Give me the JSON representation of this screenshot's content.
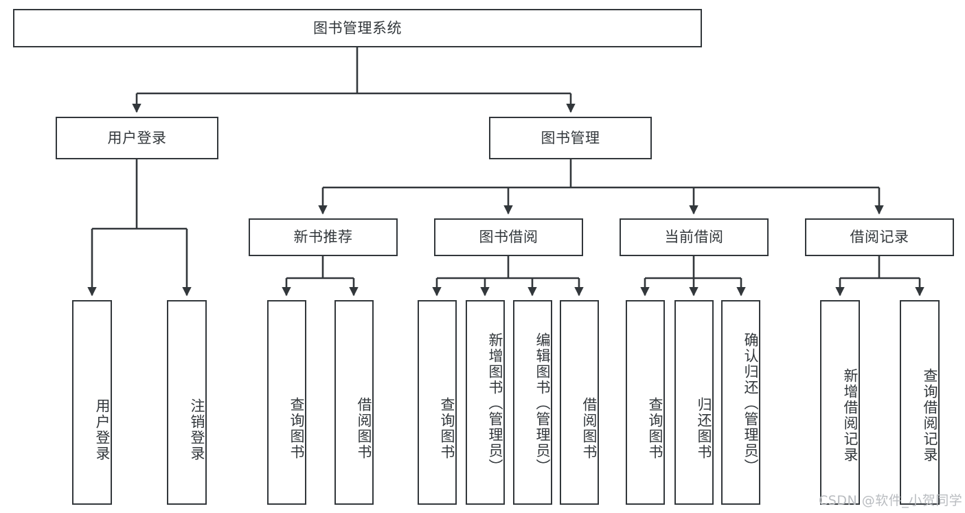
{
  "diagram": {
    "type": "tree-hierarchy-chart",
    "title_text": "图书管理系统",
    "stroke_color": "#32373b",
    "fill_color": "#ffffff",
    "text_color": "#32373b",
    "watermark": {
      "text": "CSDN @软件_小贺同学",
      "color": "#b9bcc0"
    },
    "levels": {
      "root": "图书管理系统",
      "level2": [
        "用户登录",
        "图书管理"
      ],
      "level3": [
        "新书推荐",
        "图书借阅",
        "当前借阅",
        "借阅记录"
      ]
    },
    "nodes": {
      "root": {
        "label": "图书管理系统",
        "orientation": "horizontal"
      },
      "user_login": {
        "label": "用户登录",
        "orientation": "horizontal"
      },
      "book_manage": {
        "label": "图书管理",
        "orientation": "horizontal"
      },
      "new_book_rec": {
        "label": "新书推荐",
        "orientation": "horizontal"
      },
      "book_borrow": {
        "label": "图书借阅",
        "orientation": "horizontal"
      },
      "current_borrow": {
        "label": "当前借阅",
        "orientation": "horizontal"
      },
      "borrow_record": {
        "label": "借阅记录",
        "orientation": "horizontal"
      },
      "leaf_user_login": {
        "label": "用户登录",
        "orientation": "vertical"
      },
      "leaf_logout": {
        "label": "注销登录",
        "orientation": "vertical"
      },
      "leaf_rec_query": {
        "label": "查询图书",
        "orientation": "vertical"
      },
      "leaf_rec_borrow": {
        "label": "借阅图书",
        "orientation": "vertical"
      },
      "leaf_borrow_query": {
        "label": "查询图书",
        "orientation": "vertical"
      },
      "leaf_borrow_add": {
        "label": "新增图书（管理员）",
        "orientation": "vertical"
      },
      "leaf_borrow_edit": {
        "label": "编辑图书（管理员）",
        "orientation": "vertical"
      },
      "leaf_borrow_lend": {
        "label": "借阅图书",
        "orientation": "vertical"
      },
      "leaf_current_query": {
        "label": "查询图书",
        "orientation": "vertical"
      },
      "leaf_current_return": {
        "label": "归还图书",
        "orientation": "vertical"
      },
      "leaf_current_confirm": {
        "label": "确认归还（管理员）",
        "orientation": "vertical"
      },
      "leaf_record_add": {
        "label": "新增借阅记录",
        "orientation": "vertical"
      },
      "leaf_record_query": {
        "label": "查询借阅记录",
        "orientation": "vertical"
      }
    },
    "edges": [
      {
        "from": "root",
        "to": "user_login"
      },
      {
        "from": "root",
        "to": "book_manage"
      },
      {
        "from": "user_login",
        "to": "leaf_user_login"
      },
      {
        "from": "user_login",
        "to": "leaf_logout"
      },
      {
        "from": "book_manage",
        "to": "new_book_rec"
      },
      {
        "from": "book_manage",
        "to": "book_borrow"
      },
      {
        "from": "book_manage",
        "to": "current_borrow"
      },
      {
        "from": "book_manage",
        "to": "borrow_record"
      },
      {
        "from": "new_book_rec",
        "to": "leaf_rec_query"
      },
      {
        "from": "new_book_rec",
        "to": "leaf_rec_borrow"
      },
      {
        "from": "book_borrow",
        "to": "leaf_borrow_query"
      },
      {
        "from": "book_borrow",
        "to": "leaf_borrow_add"
      },
      {
        "from": "book_borrow",
        "to": "leaf_borrow_edit"
      },
      {
        "from": "book_borrow",
        "to": "leaf_borrow_lend"
      },
      {
        "from": "current_borrow",
        "to": "leaf_current_query"
      },
      {
        "from": "current_borrow",
        "to": "leaf_current_return"
      },
      {
        "from": "current_borrow",
        "to": "leaf_current_confirm"
      },
      {
        "from": "borrow_record",
        "to": "leaf_record_add"
      },
      {
        "from": "borrow_record",
        "to": "leaf_record_query"
      }
    ]
  }
}
